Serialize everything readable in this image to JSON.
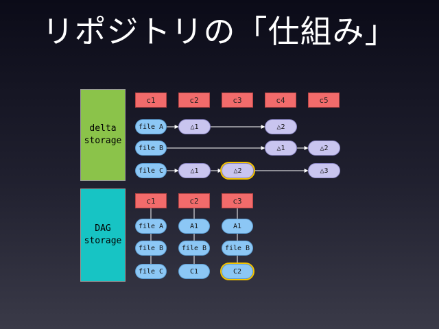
{
  "title": "リポジトリの「仕組み」",
  "lanes": {
    "delta": "delta\nstorage",
    "dag": "DAG\nstorage"
  },
  "delta_commits": [
    "c1",
    "c2",
    "c3",
    "c4",
    "c5"
  ],
  "delta_rows": [
    {
      "file": "file A",
      "deltas": [
        "△1",
        "△2"
      ]
    },
    {
      "file": "file B",
      "deltas": [
        "△1",
        "△2"
      ]
    },
    {
      "file": "file C",
      "deltas": [
        "△1",
        "△2",
        "△3"
      ]
    }
  ],
  "dag_commits": [
    "c1",
    "c2",
    "c3"
  ],
  "dag_grid": [
    [
      "file A",
      "A1",
      "A1"
    ],
    [
      "file B",
      "file B",
      "file B"
    ],
    [
      "file C",
      "C1",
      "C2"
    ]
  ],
  "colors": {
    "commit": "#f26b6b",
    "file_node": "#8cc7f5",
    "delta_node": "#c9c5ef",
    "highlight": "#f5c400",
    "delta_lane": "#8bc34a",
    "dag_lane": "#17c4c4"
  }
}
